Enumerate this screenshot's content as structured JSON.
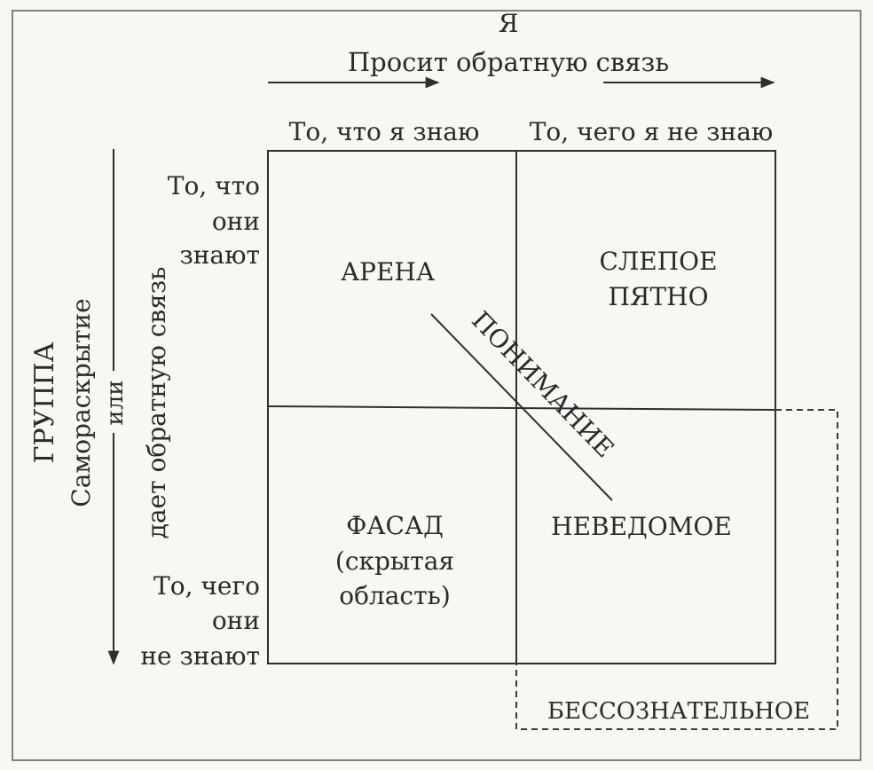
{
  "top": {
    "heading": "Я",
    "subheading": "Просит обратную связь",
    "col_known": "То, что я знаю",
    "col_unknown": "То, чего я не знаю"
  },
  "left": {
    "heading": "ГРУППА",
    "line1": "Самораскрытие",
    "line2": "или",
    "line3": "дает обратную связь",
    "row_known": [
      "То, что",
      "они",
      "знают"
    ],
    "row_unknown": [
      "То, чего",
      "они",
      "не знают"
    ]
  },
  "quadrants": {
    "arena": "АРЕНА",
    "blind": [
      "СЛЕПОЕ",
      "ПЯТНО"
    ],
    "facade": [
      "ФАСАД",
      "(скрытая",
      "область)"
    ],
    "unknown": "НЕВЕДОМОЕ"
  },
  "diagonal_label": "ПОНИМАНИЕ",
  "unconscious_label": "БЕССОЗНАТЕЛЬНОЕ",
  "colors": {
    "background": "#f7f7f4",
    "ink": "#2a2a2a"
  }
}
